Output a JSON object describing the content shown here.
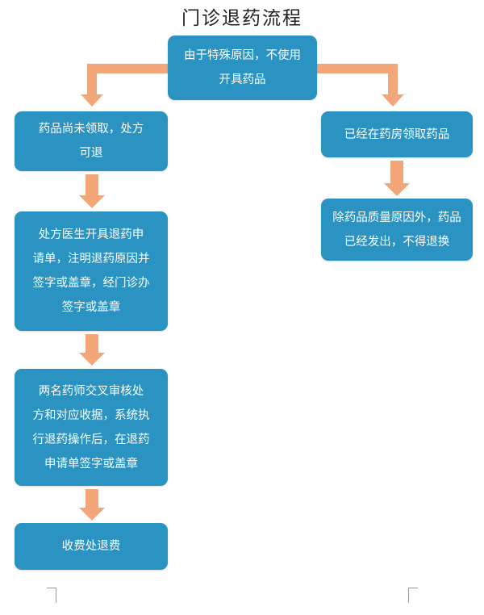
{
  "title": "门诊退药流程",
  "colors": {
    "box": "#2a93c1",
    "arrow": "#f3a779",
    "text": "#ffffff"
  },
  "nodes": {
    "start": [
      "由于特殊原因，不使用",
      "开具药品"
    ],
    "not_collected": [
      "药品尚未领取，处方",
      "可退"
    ],
    "collected": [
      "已经在药房领取药品"
    ],
    "no_exchange": [
      "除药品质量原因外，药品",
      "已经发出，不得退换"
    ],
    "doctor_apply": [
      "处方医生开具退药申",
      "请单，注明退药原因并",
      "签字或盖章，经门诊办",
      "签字或盖章"
    ],
    "pharmacist_review": [
      "两名药师交叉审核处",
      "方和对应收据，系统执",
      "行退药操作后，在退药",
      "申请单签字或盖章"
    ],
    "refund": [
      "收费处退费"
    ]
  }
}
